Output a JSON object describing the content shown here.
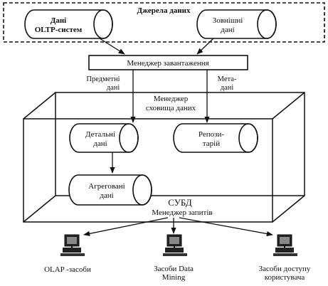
{
  "sources": {
    "title": "Джерела даних",
    "oltp": [
      "Дані",
      "OLTP-систем"
    ],
    "external": [
      "Зовнішні",
      "дані"
    ]
  },
  "load_manager": "Менеджер завантаження",
  "subject_data": [
    "Предметні",
    "дані"
  ],
  "meta_data": [
    "Мета-",
    "дані"
  ],
  "warehouse_manager": [
    "Менеджер",
    "сховища даних"
  ],
  "detailed": [
    "Детальні",
    "дані"
  ],
  "repository": [
    "Репози-",
    "тарій"
  ],
  "aggregated": [
    "Агреговані",
    "дані"
  ],
  "dbms": "СУБД",
  "query_manager": "Менеджер запитів",
  "tools": {
    "olap": [
      "OLAP -засоби"
    ],
    "mining": [
      "Засоби Data",
      "Mining"
    ],
    "access": [
      "Засоби доступу",
      "користувача"
    ]
  }
}
